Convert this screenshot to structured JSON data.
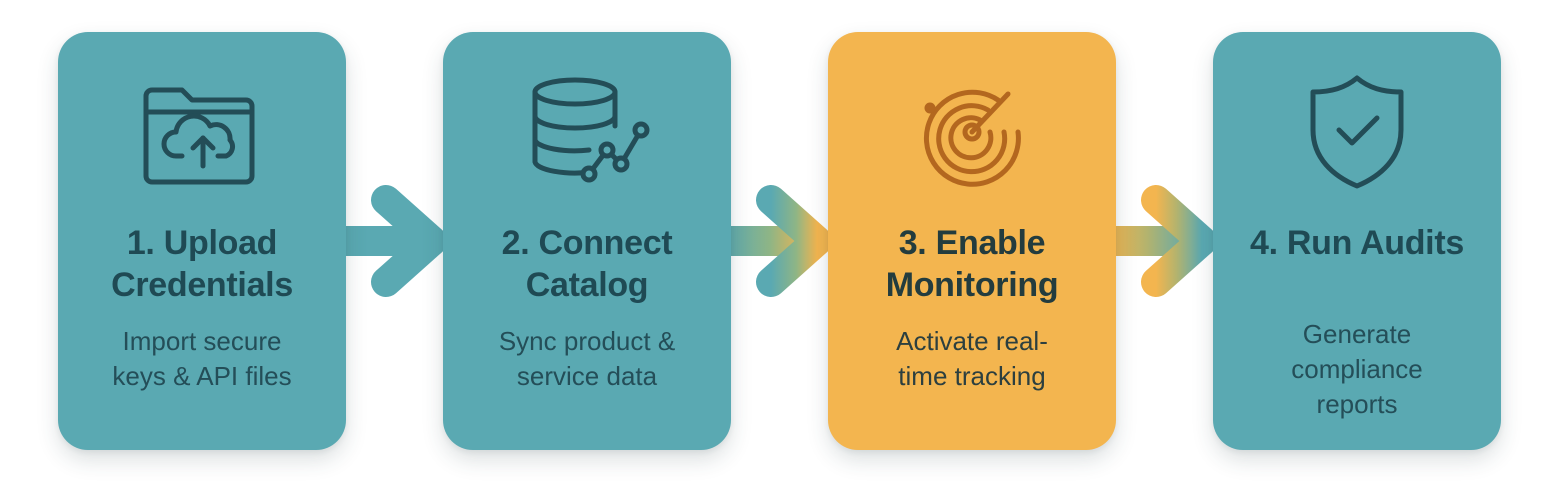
{
  "steps": [
    {
      "title_line1": "1. Upload",
      "title_line2": "Credentials",
      "desc_line1": "Import secure",
      "desc_line2": "keys & API files",
      "desc_line3": "",
      "icon": "folder-cloud-upload-icon",
      "color": "#5aa9b2"
    },
    {
      "title_line1": "2. Connect",
      "title_line2": "Catalog",
      "desc_line1": "Sync product &",
      "desc_line2": "service data",
      "desc_line3": "",
      "icon": "database-graph-icon",
      "color": "#5aa9b2"
    },
    {
      "title_line1": "3. Enable",
      "title_line2": "Monitoring",
      "desc_line1": "Activate real-",
      "desc_line2": "time tracking",
      "desc_line3": "",
      "icon": "radar-icon",
      "color": "#f3b54f"
    },
    {
      "title_line1": "4. Run Audits",
      "title_line2": "",
      "desc_line1": "Generate",
      "desc_line2": "compliance",
      "desc_line3": "reports",
      "icon": "shield-check-icon",
      "color": "#5aa9b2"
    }
  ],
  "colors": {
    "teal_card": "#5aa9b2",
    "orange_card": "#f3b54f",
    "teal_text": "#1f4a54",
    "icon_stroke": "#234d57",
    "icon_stroke_orange": "#b3671f"
  }
}
